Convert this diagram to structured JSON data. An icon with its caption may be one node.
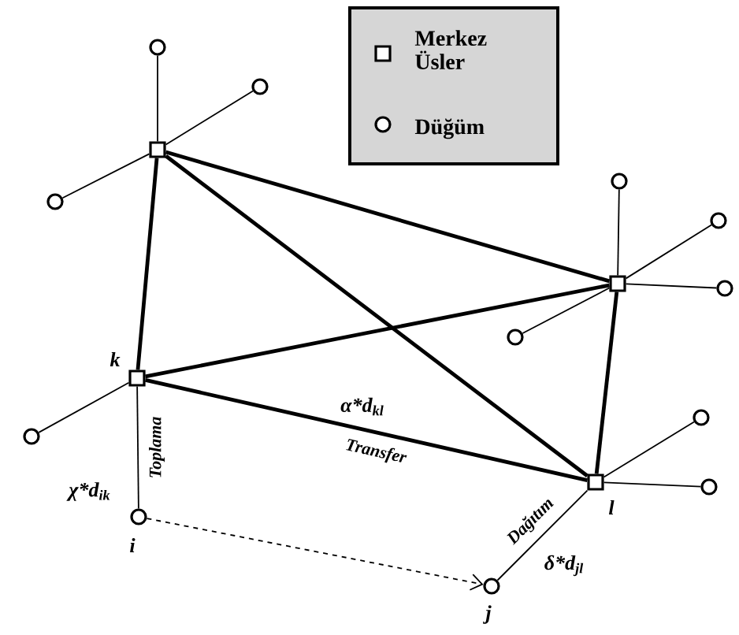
{
  "diagram": {
    "nodes": [
      {
        "text": [],
        "shape": "box"
      },
      {
        "text": [],
        "shape": "box"
      },
      {
        "text": [],
        "shape": "box",
        "beside": [
          "k"
        ]
      },
      {
        "text": [],
        "shape": "box",
        "beside": [
          "l"
        ]
      },
      {
        "text": [],
        "shape": "circle"
      },
      {
        "text": [],
        "shape": "circle"
      },
      {
        "text": [],
        "shape": "circle"
      },
      {
        "text": [],
        "shape": "circle"
      },
      {
        "text": [],
        "shape": "circle"
      },
      {
        "text": [],
        "shape": "circle"
      },
      {
        "text": [],
        "shape": "circle"
      },
      {
        "text": [],
        "shape": "circle"
      },
      {
        "text": [],
        "shape": "circle"
      },
      {
        "text": [],
        "shape": "circle"
      },
      {
        "text": [],
        "shape": "circle",
        "beside": [
          "i"
        ]
      },
      {
        "text": [],
        "shape": "circle",
        "beside": [
          "j"
        ]
      }
    ],
    "edges": [
      {
        "from": 0,
        "to": 1,
        "arrow": "none",
        "style": "thick"
      },
      {
        "from": 0,
        "to": 2,
        "arrow": "none",
        "style": "thick"
      },
      {
        "from": 0,
        "to": 3,
        "arrow": "none",
        "style": "thick"
      },
      {
        "from": 2,
        "to": 1,
        "arrow": "none",
        "style": "thick"
      },
      {
        "from": 2,
        "to": 3,
        "arrow": "none",
        "style": "thick",
        "label": "Transfer"
      },
      {
        "from": 1,
        "to": 3,
        "arrow": "none",
        "style": "thick"
      },
      {
        "from": 0,
        "to": 4,
        "arrow": "none"
      },
      {
        "from": 0,
        "to": 5,
        "arrow": "none"
      },
      {
        "from": 0,
        "to": 6,
        "arrow": "none"
      },
      {
        "from": 1,
        "to": 7,
        "arrow": "none"
      },
      {
        "from": 1,
        "to": 8,
        "arrow": "none"
      },
      {
        "from": 1,
        "to": 9,
        "arrow": "none"
      },
      {
        "from": 1,
        "to": 10,
        "arrow": "none"
      },
      {
        "from": 2,
        "to": 11,
        "arrow": "none"
      },
      {
        "from": 3,
        "to": 12,
        "arrow": "none"
      },
      {
        "from": 3,
        "to": 13,
        "arrow": "none"
      },
      {
        "from": 2,
        "to": 14,
        "arrow": "none",
        "label": "Toplama"
      },
      {
        "from": 3,
        "to": 15,
        "arrow": "none",
        "label": "Dağıtım"
      },
      {
        "from": 14,
        "to": 15,
        "arrow": "to",
        "style": "dashed"
      }
    ],
    "labels": [
      "α*d$_{kl}$",
      "χ*d$_{ik}$",
      "δ*d$_{jl}$"
    ],
    "legend": [
      {
        "text": "Merkez Üsler"
      },
      {
        "text": "Düğüm"
      }
    ]
  }
}
